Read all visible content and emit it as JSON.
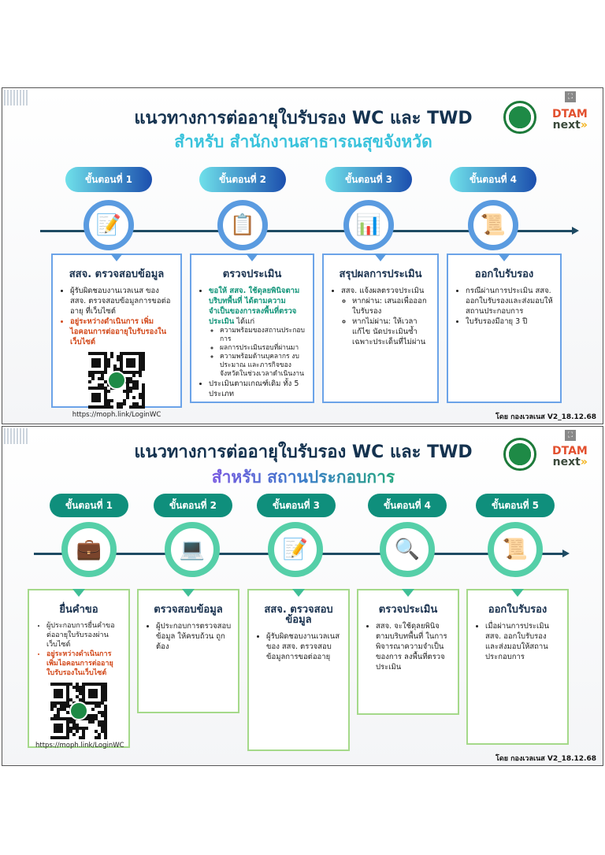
{
  "slide1": {
    "title": "แนวทางการต่ออายุใบรับรอง WC และ TWD",
    "subtitle": "สำหรับ สำนักงานสาธารณสุขจังหวัด",
    "brand": {
      "a": "DTAM",
      "b": "next",
      "c": "»"
    },
    "steps": [
      {
        "label": "ขั้นตอนที่ 1",
        "icon": "document-sign-icon",
        "heading": "สสจ. ตรวจสอบข้อมูล",
        "bullets": [
          "ผู้รับผิดชอบงานเวลเนส ของ สสจ. ตรวจสอบข้อมูลการขอต่ออายุ ที่เว็บไซต์"
        ],
        "red": "อยู่ระหว่างดำเนินการ เพิ่มไอคอนการต่ออายุใบรับรองในเว็บไซต์",
        "url": "https://moph.link/LoginWC"
      },
      {
        "label": "ขั้นตอนที่ 2",
        "icon": "clipboard-search-icon",
        "heading": "ตรวจประเมิน",
        "green": "ขอให้ สสจ. ใช้ดุลยพินิจตามบริบทพื้นที่ ได้ตามความจำเป็นของการลงพื้นที่ตรวจประเมิน",
        "green_tail": " ได้แก่",
        "sub": [
          "ความพร้อมของสถานประกอบการ",
          "ผลการประเมินรอบที่ผ่านมา",
          "ความพร้อมด้านบุคลากร งบประมาณ และภารกิจของจังหวัดในช่วงเวลาดำเนินงาน"
        ],
        "last": "ประเมินตามเกณฑ์เดิม ทั้ง 5 ประเภท"
      },
      {
        "label": "ขั้นตอนที่ 3",
        "icon": "report-presentation-icon",
        "heading": "สรุปผลการประเมิน",
        "bullet": "สสจ. แจ้งผลตรวจประเมิน",
        "sub": [
          "หากผ่าน: เสนอเพื่อออกใบรับรอง",
          "หากไม่ผ่าน: ให้เวลาแก้ไข นัดประเมินซ้ำเฉพาะประเด็นที่ไม่ผ่าน"
        ]
      },
      {
        "label": "ขั้นตอนที่ 4",
        "icon": "certificate-icon",
        "heading": "ออกใบรับรอง",
        "bullets": [
          "กรณีผ่านการประเมิน สสจ. ออกใบรับรองและส่งมอบให้สถานประกอบการ",
          "ใบรับรองมีอายุ 3 ปี"
        ]
      }
    ],
    "footer": "โดย กองเวลเนส V2_18.12.68"
  },
  "slide2": {
    "title": "แนวทางการต่ออายุใบรับรอง WC และ TWD",
    "subtitle": "สำหรับ สถานประกอบการ",
    "brand": {
      "a": "DTAM",
      "b": "next",
      "c": "»"
    },
    "steps": [
      {
        "label": "ขั้นตอนที่ 1",
        "icon": "briefcase-document-icon",
        "heading": "ยื่นคำขอ",
        "bullets": [
          "ผู้ประกอบการยื่นคำขอต่ออายุใบรับรองผ่านเว็บไซต์"
        ],
        "red": "อยู่ระหว่างดำเนินการ เพิ่มไอคอนการต่ออายุใบรับรองในเว็บไซต์",
        "url": "https://moph.link/LoginWC"
      },
      {
        "label": "ขั้นตอนที่ 2",
        "icon": "laptop-book-icon",
        "heading": "ตรวจสอบข้อมูล",
        "bullets": [
          "ผู้ประกอบการตรวจสอบข้อมูล ให้ครบถ้วน ถูกต้อง"
        ]
      },
      {
        "label": "ขั้นตอนที่ 3",
        "icon": "document-sign-icon",
        "heading": "สสจ. ตรวจสอบข้อมูล",
        "bullets": [
          "ผู้รับผิดชอบงานเวลเนส ของ สสจ. ตรวจสอบข้อมูลการขอต่ออายุ"
        ]
      },
      {
        "label": "ขั้นตอนที่ 4",
        "icon": "location-search-icon",
        "heading": "ตรวจประเมิน",
        "bullets": [
          "สสจ. จะใช้ดุลยพินิจตามบริบทพื้นที่ ในการพิจารณาความจำเป็นของการ ลงพื้นที่ตรวจประเมิน"
        ]
      },
      {
        "label": "ขั้นตอนที่ 5",
        "icon": "certificate-icon",
        "heading": "ออกใบรับรอง",
        "bullets": [
          "เมื่อผ่านการประเมิน สสจ. ออกใบรับรอง และส่งมอบให้สถานประกอบการ"
        ]
      }
    ],
    "footer": "โดย กองเวลเนส V2_18.12.68"
  }
}
